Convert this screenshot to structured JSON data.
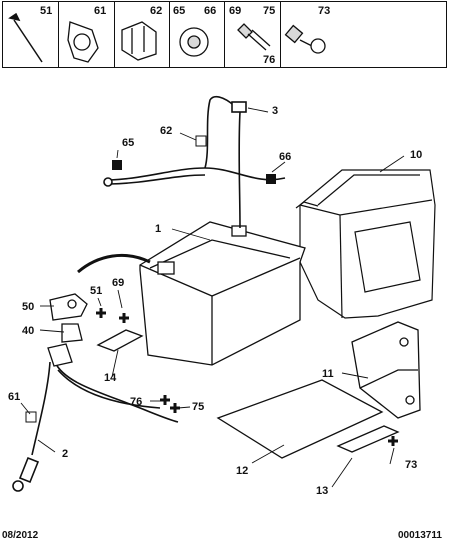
{
  "legend": {
    "refs": [
      "51",
      "61",
      "62",
      "65",
      "66",
      "69",
      "75",
      "76",
      "73"
    ]
  },
  "callouts": [
    "1",
    "2",
    "3",
    "10",
    "11",
    "12",
    "13",
    "14",
    "40",
    "50",
    "51",
    "61",
    "62",
    "65",
    "66",
    "69",
    "73",
    "75",
    "76"
  ],
  "footer": {
    "date": "08/2012",
    "code": "00013711"
  },
  "colors": {
    "line": "#111111",
    "fill": "#ffffff",
    "shade": "#d9d9d9"
  }
}
